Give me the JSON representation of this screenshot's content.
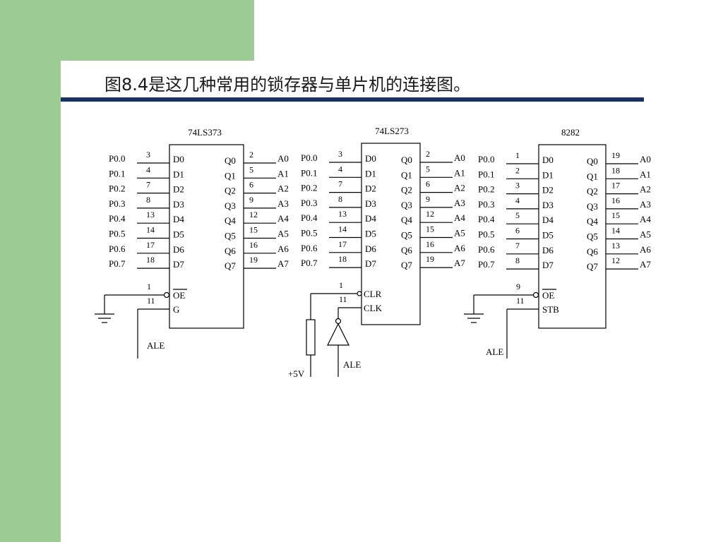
{
  "title": "图8.4是这几种常用的锁存器与单片机的连接图。",
  "colors": {
    "accent_green": "#9ccc93",
    "title_bar": "#17325e"
  },
  "chips": [
    {
      "name": "74LS373",
      "inputs_port": [
        "P0.0",
        "P0.1",
        "P0.2",
        "P0.3",
        "P0.4",
        "P0.5",
        "P0.6",
        "P0.7"
      ],
      "input_pins": [
        "3",
        "4",
        "7",
        "8",
        "13",
        "14",
        "17",
        "18"
      ],
      "d_labels": [
        "D0",
        "D1",
        "D2",
        "D3",
        "D4",
        "D5",
        "D6",
        "D7"
      ],
      "q_labels": [
        "Q0",
        "Q1",
        "Q2",
        "Q3",
        "Q4",
        "Q5",
        "Q6",
        "Q7"
      ],
      "output_pins": [
        "2",
        "5",
        "6",
        "9",
        "12",
        "15",
        "16",
        "19"
      ],
      "outputs": [
        "A0",
        "A1",
        "A2",
        "A3",
        "A4",
        "A5",
        "A6",
        "A7"
      ],
      "ctrl_pins": [
        "1",
        "11"
      ],
      "ctrl_labels": [
        "OE",
        "G"
      ],
      "signal": "ALE"
    },
    {
      "name": "74LS273",
      "inputs_port": [
        "P0.0",
        "P0.1",
        "P0.2",
        "P0.3",
        "P0.4",
        "P0.5",
        "P0.6",
        "P0.7"
      ],
      "input_pins": [
        "3",
        "4",
        "7",
        "8",
        "13",
        "14",
        "17",
        "18"
      ],
      "d_labels": [
        "D0",
        "D1",
        "D2",
        "D3",
        "D4",
        "D5",
        "D6",
        "D7"
      ],
      "q_labels": [
        "Q0",
        "Q1",
        "Q2",
        "Q3",
        "Q4",
        "Q5",
        "Q6",
        "Q7"
      ],
      "output_pins": [
        "2",
        "5",
        "6",
        "9",
        "12",
        "15",
        "16",
        "19"
      ],
      "outputs": [
        "A0",
        "A1",
        "A2",
        "A3",
        "A4",
        "A5",
        "A6",
        "A7"
      ],
      "ctrl_pins": [
        "1",
        "11"
      ],
      "ctrl_labels": [
        "CLR",
        "CLK"
      ],
      "signal": "ALE",
      "supply": "+5V"
    },
    {
      "name": "8282",
      "inputs_port": [
        "P0.0",
        "P0.1",
        "P0.2",
        "P0.3",
        "P0.4",
        "P0.5",
        "P0.6",
        "P0.7"
      ],
      "input_pins": [
        "1",
        "2",
        "3",
        "4",
        "5",
        "6",
        "7",
        "8"
      ],
      "d_labels": [
        "D0",
        "D1",
        "D2",
        "D3",
        "D4",
        "D5",
        "D6",
        "D7"
      ],
      "q_labels": [
        "Q0",
        "Q1",
        "Q2",
        "Q3",
        "Q4",
        "Q5",
        "Q6",
        "Q7"
      ],
      "output_pins": [
        "19",
        "18",
        "17",
        "16",
        "15",
        "14",
        "13",
        "12"
      ],
      "outputs": [
        "A0",
        "A1",
        "A2",
        "A3",
        "A4",
        "A5",
        "A6",
        "A7"
      ],
      "ctrl_pins": [
        "9",
        "11"
      ],
      "ctrl_labels": [
        "OE",
        "STB"
      ],
      "signal": "ALE"
    }
  ]
}
